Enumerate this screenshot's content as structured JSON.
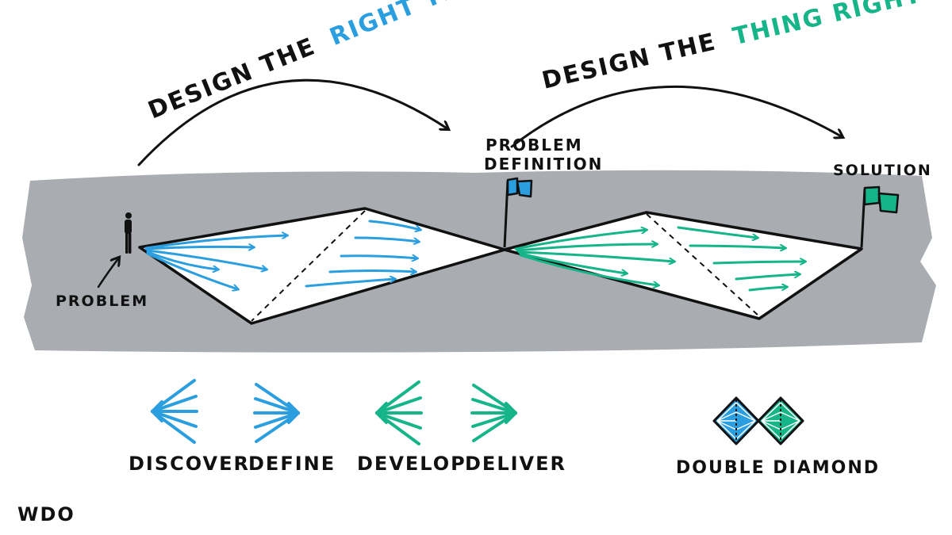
{
  "colors": {
    "blue": "#2b9ee0",
    "green": "#16b489",
    "ink": "#111111",
    "band": "#a9adb1",
    "paper": "#ffffff"
  },
  "headings": {
    "left": {
      "prefix": "DESIGN THE",
      "accent": "RIGHT THING"
    },
    "right": {
      "prefix": "DESIGN THE",
      "accent": "THING RIGHT"
    }
  },
  "milestones": {
    "problem": "PROBLEM",
    "problem_definition": [
      "PROBLEM",
      "DEFINITION"
    ],
    "solution": "SOLUTION"
  },
  "phases": [
    {
      "label": "DISCOVER",
      "color": "blue",
      "shape": "fan-diverge"
    },
    {
      "label": "DEFINE",
      "color": "blue",
      "shape": "fan-converge"
    },
    {
      "label": "DEVELOP",
      "color": "green",
      "shape": "fan-diverge"
    },
    {
      "label": "DELIVER",
      "color": "green",
      "shape": "fan-converge"
    }
  ],
  "legend": {
    "label": "DOUBLE DIAMOND",
    "icon": "double-diamond-icon"
  },
  "brand": {
    "logo": "WDO"
  }
}
